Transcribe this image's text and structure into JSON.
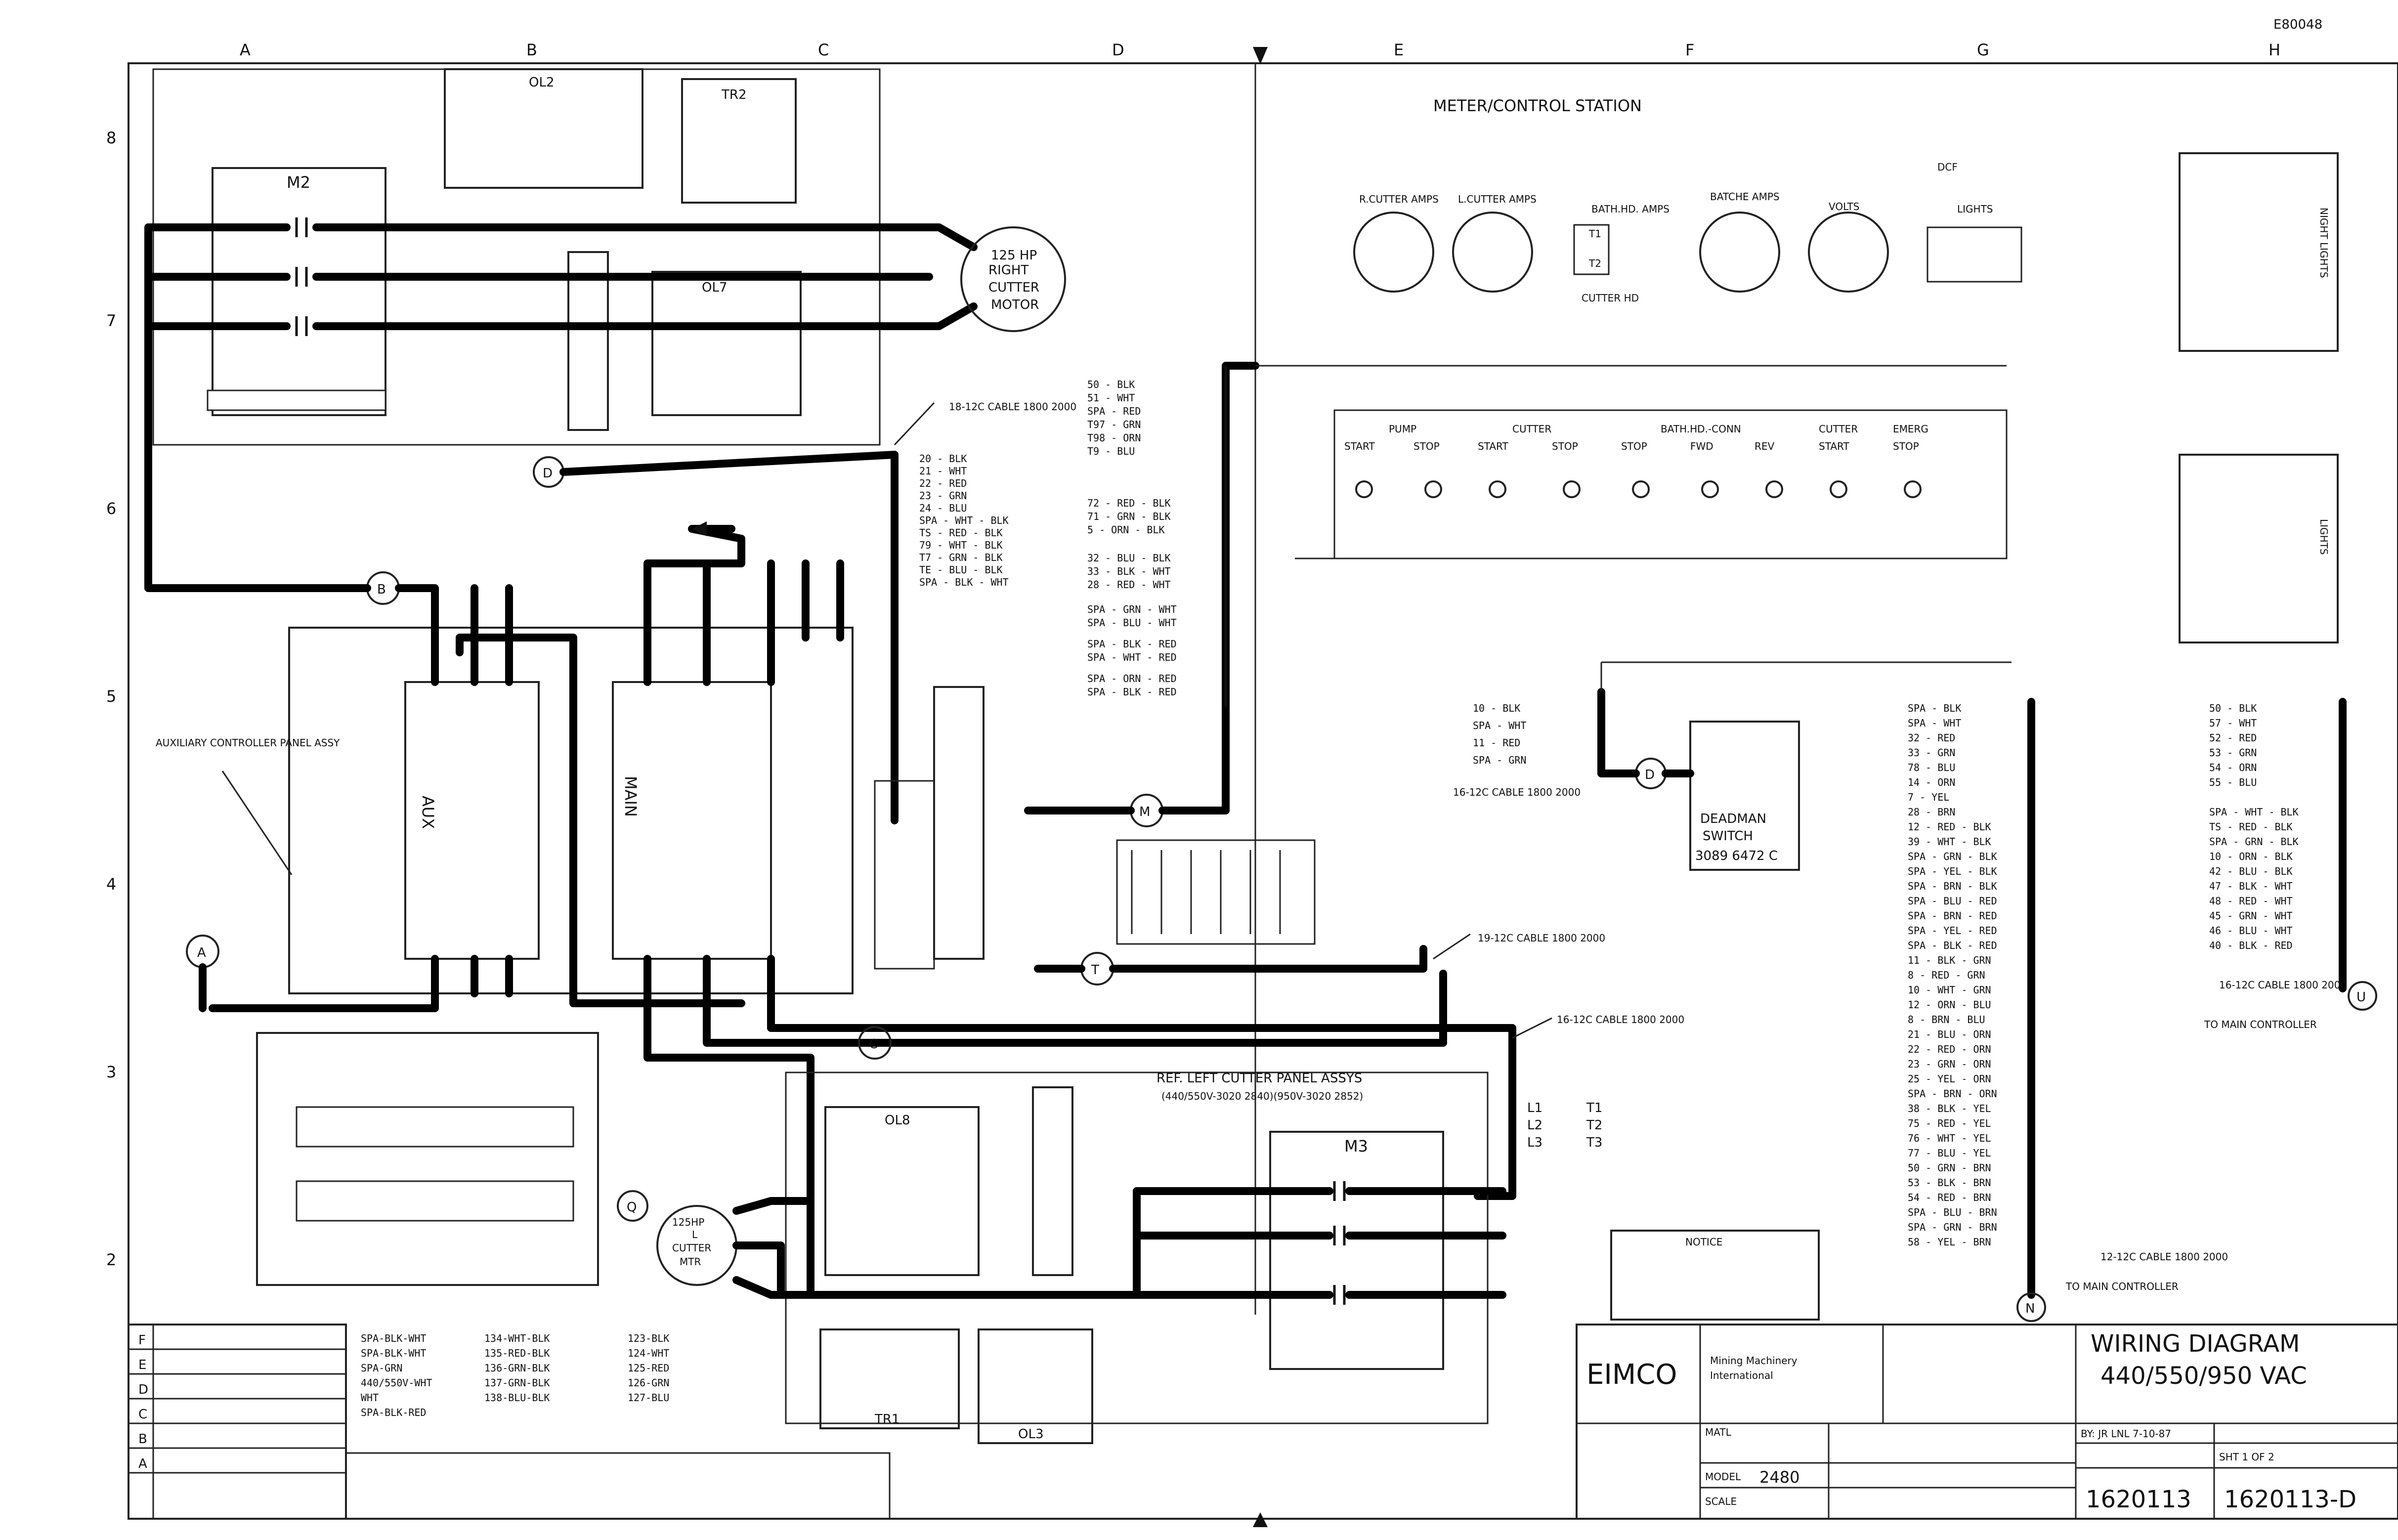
{
  "header": {
    "drawing_code": "E80048",
    "zone_letters": [
      "A",
      "B",
      "C",
      "D",
      "E",
      "F",
      "G",
      "H"
    ],
    "zone_numbers": [
      "8",
      "7",
      "6",
      "5",
      "4",
      "3",
      "2"
    ]
  },
  "station": {
    "title": "METER/CONTROL STATION",
    "meters": [
      "R.CUTTER AMPS",
      "L.CUTTER AMPS",
      "BATH.HD. AMPS",
      "BATCHE AMPS",
      "VOLTS"
    ],
    "t1_t2": [
      "T1",
      "T2"
    ],
    "cutter_hd": "CUTTER HD",
    "lights": "LIGHTS",
    "lights_top": "DCF",
    "pushbuttons": [
      {
        "group": "PUMP",
        "buttons": [
          "START",
          "STOP"
        ]
      },
      {
        "group": "CUTTER",
        "buttons": [
          "START",
          "STOP"
        ]
      },
      {
        "group": "BATH.HD.-CONN",
        "buttons": [
          "STOP",
          "FWD",
          "REV"
        ]
      },
      {
        "group": "CUTTER",
        "buttons": [
          "START"
        ]
      },
      {
        "group": "EMERG",
        "buttons": [
          "STOP"
        ]
      }
    ],
    "right_side": [
      "NIGHT LIGHTS",
      "LIGHTS"
    ]
  },
  "motors": {
    "right_cutter": [
      "125 HP",
      "RIGHT",
      "CUTTER",
      "MOTOR"
    ],
    "left_cutter": [
      "125HP",
      "L",
      "CUTTER",
      "MTR"
    ]
  },
  "contactors": {
    "m2": "M2",
    "m3": "M3",
    "ol2": "OL2",
    "ol7": "OL7",
    "ol8": "OL8",
    "ol3": "OL3",
    "tr1": "TR1",
    "tr2": "TR2",
    "aux": "AUX",
    "main": "MAIN"
  },
  "callouts": {
    "cable1": "18-12C CABLE 1800 2000",
    "cable2": "19-12C CABLE 1800 2000",
    "cable3": "16-12C CABLE 1800 2000",
    "cable4": "16-12C CABLE 1800 2000",
    "cable5": "12-12C CABLE 1800 2000",
    "cable6": "16-12C CABLE 1800 2000",
    "aux_panel": "AUXILIARY CONTROLLER PANEL ASSY",
    "to_main_controller": "TO MAIN CONTROLLER",
    "to_main_controller2": "TO MAIN CONTROLLER",
    "deadman": [
      "DEADMAN",
      "SWITCH",
      "3089 6472 C"
    ],
    "ref_left": "REF. LEFT CUTTER PANEL ASSYS",
    "ref_left_sub": "(440/550V-3020 2840)(950V-3020 2852)",
    "notice": "NOTICE"
  },
  "connectors": [
    "A",
    "B",
    "C",
    "D",
    "M",
    "T",
    "Q",
    "D",
    "N",
    "U"
  ],
  "lines": [
    "L1",
    "L2",
    "L3",
    "T1",
    "T2",
    "T3"
  ],
  "title_block": {
    "company": "EIMCO",
    "company_sub": [
      "Mining Machinery",
      "International"
    ],
    "title": "WIRING DIAGRAM",
    "voltage": "440/550/950 VAC",
    "drawn": "BY: JR LNL 7-10-87",
    "sheet": "SHT 1 OF 2",
    "model": "2480",
    "drawing_no": "1620113",
    "drawing_no_rev": "1620113-D",
    "matl": "MATL",
    "scale": "SCALE",
    "model_label": "MODEL"
  },
  "revision_rows": [
    "F",
    "E",
    "D",
    "C",
    "B",
    "A"
  ],
  "wire_table_left": [
    "SPA-BLK-WHT",
    "SPA-BLK-WHT",
    "SPA-GRN",
    "440/550V-WHT",
    "WHT",
    "SPA-BLK-RED"
  ],
  "wire_table_mid": [
    "134-WHT-BLK",
    "135-RED-BLK",
    "136-GRN-BLK",
    "137-GRN-BLK",
    "138-BLU-BLK"
  ],
  "wire_table_right": [
    "123-BLK",
    "124-WHT",
    "125-RED",
    "126-GRN",
    "127-BLU"
  ],
  "center_wire_list": [
    "20 - BLK",
    "21 - WHT",
    "22 - RED",
    "23 - GRN",
    "24 - BLU",
    "SPA - WHT - BLK",
    "TS - RED - BLK",
    "79 - WHT - BLK",
    "T7 - GRN - BLK",
    "TE - BLU - BLK",
    "SPA - BLK - WHT"
  ],
  "left_wire_list": [
    "50 - BLK",
    "51 - WHT",
    "SPA - RED",
    "T97 - GRN",
    "T98 - ORN",
    "T9 - BLU",
    "72 - RED - BLK",
    "71 - GRN - BLK",
    "5 - ORN - BLK",
    "32 - BLU - BLK",
    "33 - BLK - WHT",
    "28 - RED - WHT",
    "SPA - GRN - WHT",
    "SPA - BLU - WHT",
    "SPA - BLK - RED",
    "SPA - WHT - RED",
    "SPA - ORN - RED",
    "SPA - BLK - RED"
  ],
  "deadman_wires": [
    "10 - BLK",
    "SPA - WHT",
    "11 - RED",
    "SPA - GRN"
  ],
  "g_column_wires": [
    "SPA - BLK",
    "SPA - WHT",
    "32 - RED",
    "33 - GRN",
    "78 - BLU",
    "14 - ORN",
    "7 - YEL",
    "28 - BRN",
    "12 - RED - BLK",
    "39 - WHT - BLK",
    "SPA - GRN - BLK",
    "SPA - YEL - BLK",
    "SPA - BRN - BLK",
    "SPA - BLU - RED",
    "SPA - BRN - RED",
    "SPA - YEL - RED",
    "SPA - BLK - RED",
    "11 - BLK - GRN",
    "8 - RED - GRN",
    "10 - WHT - GRN",
    "12 - ORN - BLU",
    "8 - BRN - BLU",
    "21 - BLU - ORN",
    "22 - RED - ORN",
    "23 - GRN - ORN",
    "25 - YEL - ORN",
    "SPA - BRN - ORN",
    "38 - BLK - YEL",
    "75 - RED - YEL",
    "76 - WHT - YEL",
    "77 - BLU - YEL",
    "50 - GRN - BRN",
    "53 - BLK - BRN",
    "54 - RED - BRN",
    "SPA - BLU - BRN",
    "SPA - GRN - BRN",
    "58 - YEL - BRN"
  ],
  "h_column_wires": [
    "50 - BLK",
    "57 - WHT",
    "52 - RED",
    "53 - GRN",
    "54 - ORN",
    "55 - BLU",
    "SPA - WHT - BLK",
    "TS - RED - BLK",
    "SPA - GRN - BLK",
    "10 - ORN - BLK",
    "42 - BLU - BLK",
    "47 - BLK - WHT",
    "48 - RED - WHT",
    "45 - GRN - WHT",
    "46 - BLU - WHT",
    "40 - BLK - RED"
  ]
}
